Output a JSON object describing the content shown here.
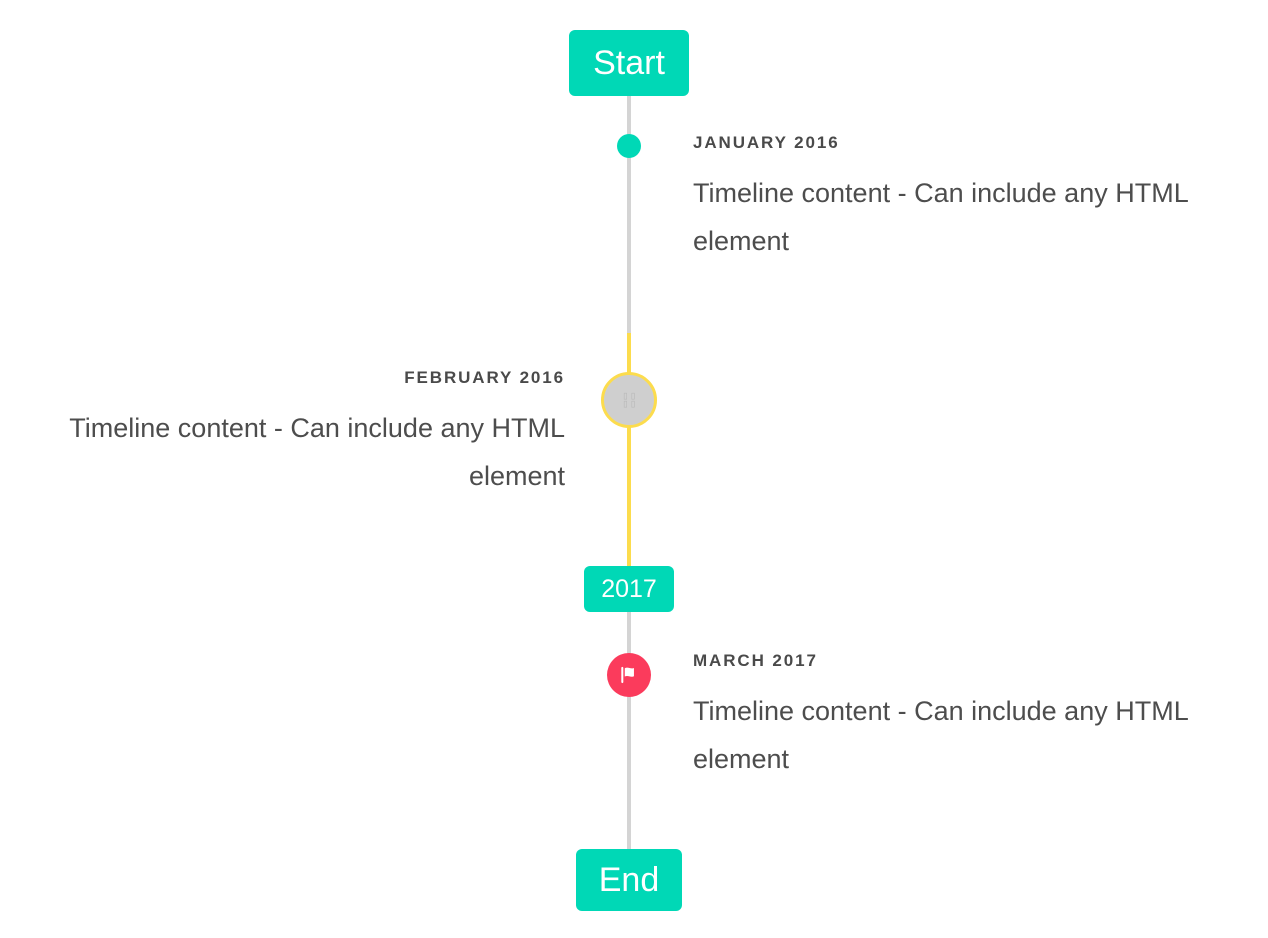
{
  "timeline": {
    "start_label": "Start",
    "end_label": "End",
    "year_marker_label": "2017",
    "colors": {
      "accent_teal": "#00D8B6",
      "rail_gray": "#D4D4D4",
      "rail_yellow": "#FCDC4D",
      "marker_pink": "#FB3B5C",
      "marker_gray": "#CFCFCF",
      "text_gray": "#4D4D4D"
    },
    "events": [
      {
        "date": "JANUARY 2016",
        "body": "Timeline content - Can include any HTML element",
        "side": "right",
        "marker": "dot-icon"
      },
      {
        "date": "FEBRUARY 2016",
        "body": "Timeline content - Can include any HTML element",
        "side": "left",
        "marker": "missing-glyph-icon"
      },
      {
        "date": "MARCH 2017",
        "body": "Timeline content - Can include any HTML element",
        "side": "right",
        "marker": "flag-icon"
      }
    ]
  }
}
